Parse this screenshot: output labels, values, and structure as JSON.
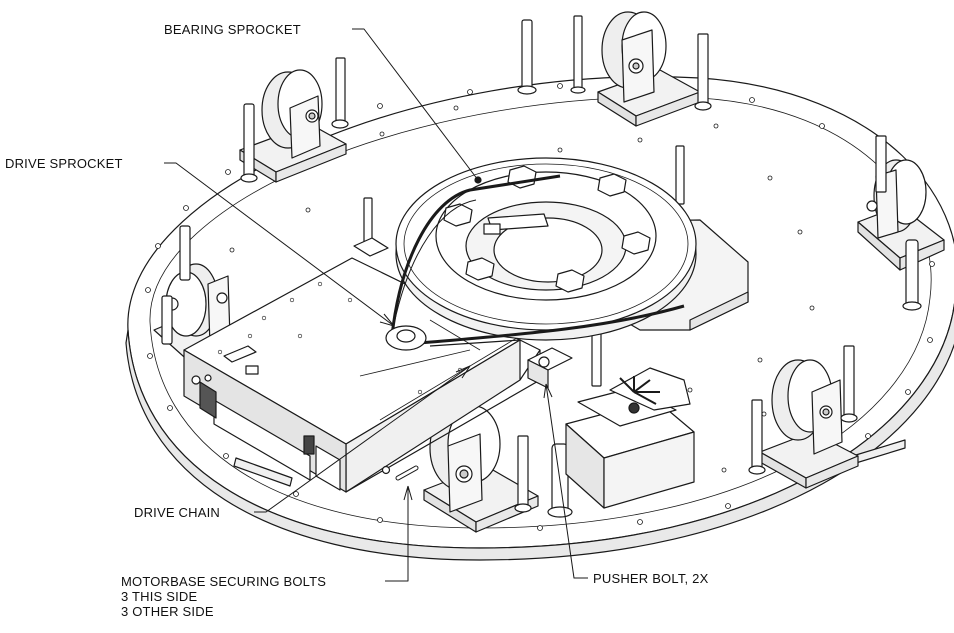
{
  "labels": {
    "bearing_sprocket": "BEARING SPROCKET",
    "drive_sprocket": "DRIVE SPROCKET",
    "drive_chain": "DRIVE CHAIN",
    "motorbase_bolts_line1": "MOTORBASE SECURING BOLTS",
    "motorbase_bolts_line2": "3 THIS SIDE",
    "motorbase_bolts_line3": "3 OTHER SIDE",
    "pusher_bolt": "PUSHER BOLT, 2X"
  },
  "colors": {
    "line": "#1a1a1a",
    "fill": "#ffffff",
    "shade": "#e6e6e6",
    "dark": "#333333"
  }
}
